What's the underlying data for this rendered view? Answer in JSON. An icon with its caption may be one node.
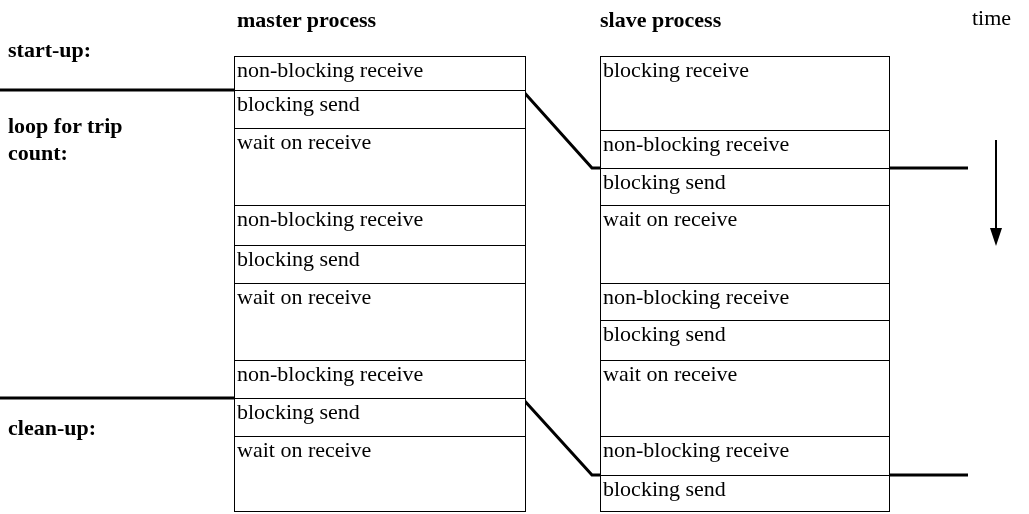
{
  "diagram": {
    "nodes": [
      {
        "text": [
          "non-blocking receive"
        ]
      },
      {
        "text": [
          "blocking send"
        ]
      },
      {
        "text": [
          "wait on receive"
        ]
      },
      {
        "text": [
          "non-blocking receive"
        ]
      },
      {
        "text": [
          "blocking send"
        ]
      },
      {
        "text": [
          "wait on receive"
        ]
      },
      {
        "text": [
          "non-blocking receive"
        ]
      },
      {
        "text": [
          "blocking send"
        ]
      },
      {
        "text": [
          "wait on receive"
        ]
      },
      {
        "text": [
          "blocking receive"
        ]
      },
      {
        "text": [
          "non-blocking receive"
        ]
      },
      {
        "text": [
          "blocking send"
        ]
      },
      {
        "text": [
          "wait on receive"
        ]
      },
      {
        "text": [
          "non-blocking receive"
        ]
      },
      {
        "text": [
          "blocking send"
        ]
      },
      {
        "text": [
          "wait on receive"
        ]
      },
      {
        "text": [
          "non-blocking receive"
        ]
      },
      {
        "text": [
          "blocking send"
        ]
      }
    ],
    "labels": [
      "master process",
      "slave process",
      "time",
      "start-up:",
      "loop for trip count:",
      "clean-up:"
    ]
  }
}
